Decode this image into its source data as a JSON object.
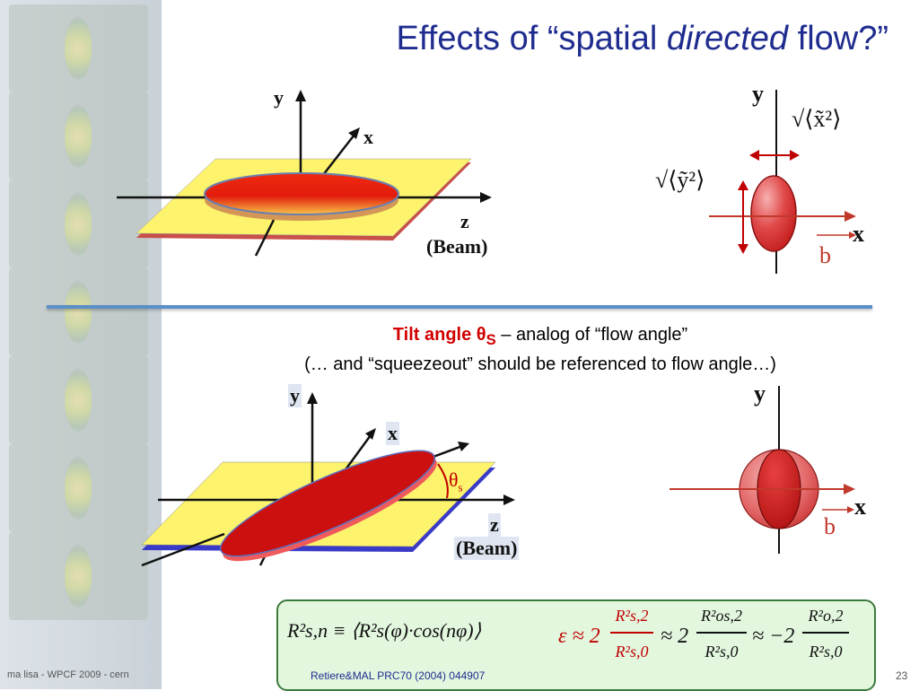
{
  "title": {
    "prefix": "Effects of “spatial ",
    "emph": "directed",
    "suffix": " flow?”"
  },
  "top_diagram": {
    "y": "y",
    "x": "x",
    "z": "z",
    "beam": "(Beam)"
  },
  "top_right": {
    "y": "y",
    "x": "x",
    "b": "b",
    "x_width": "√⟨x̃²⟩",
    "y_width": "√⟨ỹ²⟩"
  },
  "caption": {
    "tilt": "Tilt angle θ",
    "tilt_sub": "S",
    "rest": " – analog of “flow angle”",
    "line2": "(… and “squeezeout” should be referenced to flow angle…)"
  },
  "bottom_diagram": {
    "y": "y",
    "x": "x",
    "z": "z",
    "beam": "(Beam)",
    "theta": "θ",
    "theta_sub": "s"
  },
  "bottom_right": {
    "y": "y",
    "x": "x",
    "b": "b"
  },
  "equations": {
    "eq1": "R²s,n ≡ ⟨R²s(φ)·cos(nφ)⟩",
    "eq2_lhs": "ε ≈ 2",
    "eq2_num": "R²s,2",
    "eq2_den": "R²s,0",
    "eq3_lhs": "≈ 2",
    "eq3_num": "R²os,2",
    "eq3_den": "R²s,0",
    "eq4_lhs": "≈ −2",
    "eq4_num": "R²o,2",
    "eq4_den": "R²s,0"
  },
  "footer": {
    "left": "ma lisa - WPCF 2009 - cern",
    "reference": "Retiere&MAL PRC70 (2004) 044907",
    "page": "23"
  },
  "colors": {
    "title": "#1f2c8f",
    "accent_red": "#d10000",
    "plane": "#fdf36c",
    "ellipse": "#e01010",
    "divider": "#5b8fc8"
  }
}
